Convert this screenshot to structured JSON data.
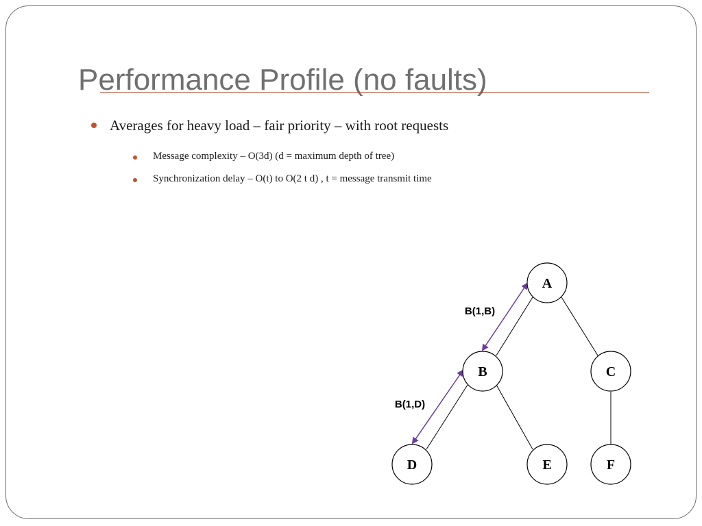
{
  "slide": {
    "title": "Performance Profile (no faults)",
    "bullets": [
      {
        "text": "Averages for heavy load – fair priority – with root requests",
        "sub": [
          "Message complexity – O(3d) (d = maximum depth of tree)",
          "Synchronization delay – O(t) to O(2 t d) , t = message transmit time"
        ]
      }
    ]
  },
  "diagram": {
    "nodes": {
      "A": "A",
      "B": "B",
      "C": "C",
      "D": "D",
      "E": "E",
      "F": "F"
    },
    "edge_labels": {
      "a_b": "B(1,B)",
      "b_d": "B(1,D)"
    },
    "colors": {
      "arrow": "#6a3d9a",
      "edge": "#000000",
      "bullet": "#c0532d",
      "title": "#707070",
      "rule": "#b24a2a"
    }
  }
}
